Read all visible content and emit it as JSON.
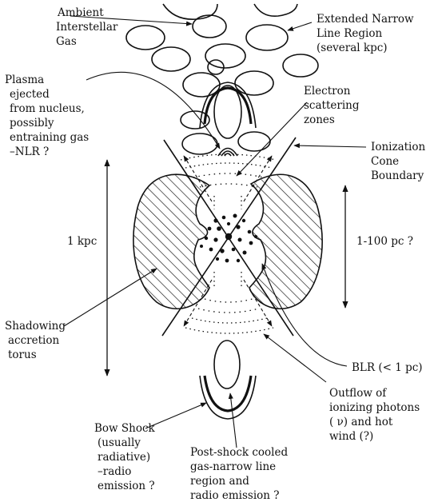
{
  "labels": {
    "ambient_gas": [
      "Ambient",
      "Interstellar",
      "Gas"
    ],
    "enlr": [
      "Extended Narrow",
      "Line Region",
      "(several kpc)"
    ],
    "plasma": [
      "Plasma",
      "ejected",
      "from nucleus,",
      "possibly",
      "entraining gas",
      "–NLR ?"
    ],
    "electron_scattering": [
      "Electron",
      "scattering",
      "zones"
    ],
    "ionization_cone": [
      "Ionization",
      "Cone",
      "Boundary"
    ],
    "one_kpc": "1 kpc",
    "hundred_pc": "1-100 pc ?",
    "torus": [
      "Shadowing",
      "accretion",
      "torus"
    ],
    "blr": "BLR (< 1 pc)",
    "outflow": [
      "Outflow of",
      "ionizing photons",
      "( ν) and hot",
      "wind (?)"
    ],
    "bow_shock": [
      "Bow Shock",
      "(usually",
      "radiative)",
      "–radio",
      "emission ?"
    ],
    "post_shock": [
      "Post-shock cooled",
      "gas-narrow line",
      "region and",
      "radio emission ?"
    ]
  }
}
